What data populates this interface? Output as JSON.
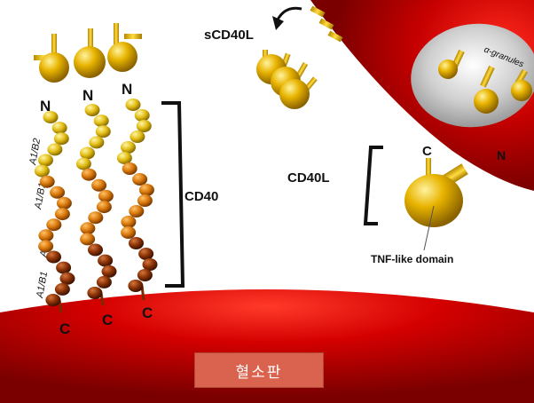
{
  "labels": {
    "n_terminal": "N",
    "c_terminal": "C",
    "cd40": "CD40",
    "cd40l": "CD40L",
    "scd40l": "sCD40L",
    "alpha_granules": "α-granules",
    "tnf_like_domain": "TNF-like domain",
    "domain_a1b2": "A1/B2",
    "domain_a1b1_upper": "A1/B1",
    "domain_a2b1": "A2/B1",
    "domain_a1b1_lower": "A1/B1",
    "cd40l_c": "C",
    "cd40l_n": "N",
    "platelet": "혈소판"
  },
  "colors": {
    "membrane_red": "#c10000",
    "ligand_gold": "#e8b400",
    "bead_yellow": "#e6c21a",
    "bead_orange": "#d9780c",
    "bead_brown": "#8a3206"
  }
}
